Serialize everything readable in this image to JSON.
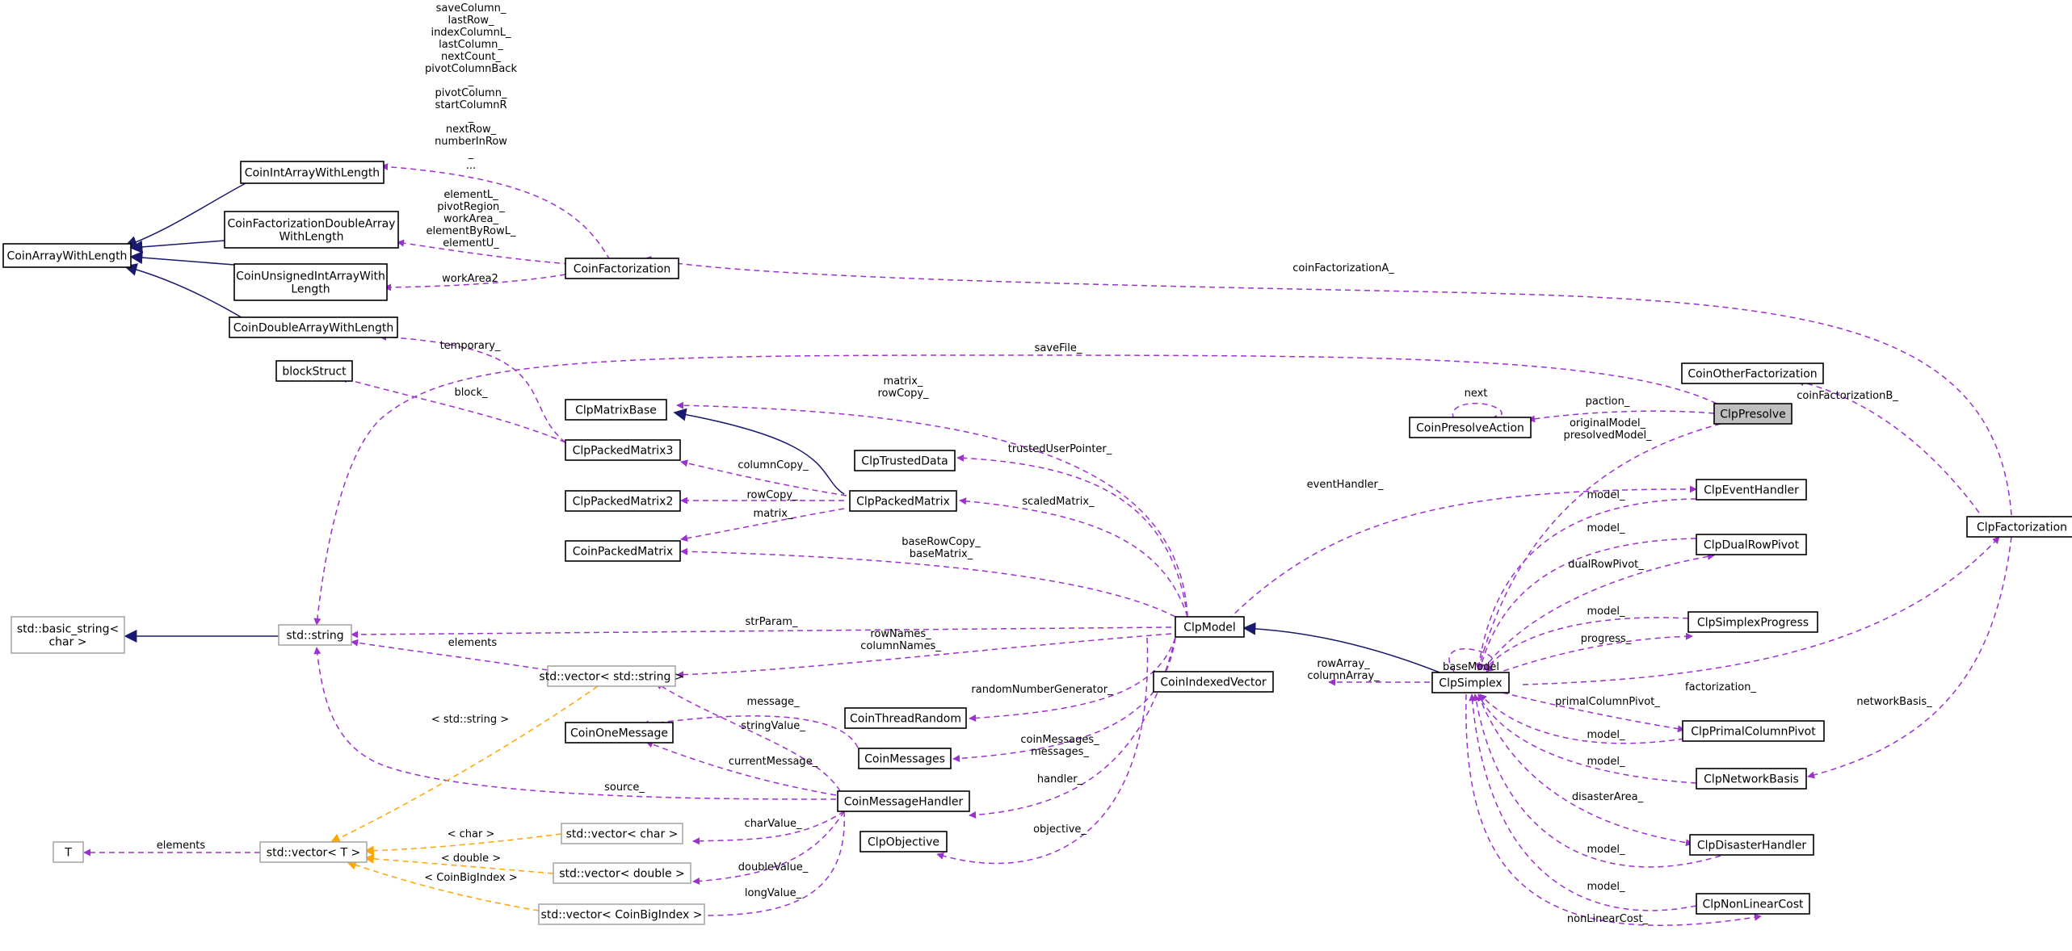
{
  "diagram": {
    "nodes": [
      {
        "id": "CoinArrayWithLength",
        "lines": [
          "CoinArrayWithLength"
        ],
        "kind": "class"
      },
      {
        "id": "CoinIntArrayWithLength",
        "lines": [
          "CoinIntArrayWithLength"
        ],
        "kind": "class"
      },
      {
        "id": "CoinFactorizationDoubleArrayWithLength",
        "lines": [
          "CoinFactorizationDoubleArray",
          "WithLength"
        ],
        "kind": "class"
      },
      {
        "id": "CoinUnsignedIntArrayWithLength",
        "lines": [
          "CoinUnsignedIntArrayWith",
          "Length"
        ],
        "kind": "class"
      },
      {
        "id": "CoinDoubleArrayWithLength",
        "lines": [
          "CoinDoubleArrayWithLength"
        ],
        "kind": "class"
      },
      {
        "id": "CoinFactorization",
        "lines": [
          "CoinFactorization"
        ],
        "kind": "class"
      },
      {
        "id": "blockStruct",
        "lines": [
          "blockStruct"
        ],
        "kind": "class"
      },
      {
        "id": "ClpMatrixBase",
        "lines": [
          "ClpMatrixBase"
        ],
        "kind": "class"
      },
      {
        "id": "ClpPackedMatrix3",
        "lines": [
          "ClpPackedMatrix3"
        ],
        "kind": "class"
      },
      {
        "id": "ClpTrustedData",
        "lines": [
          "ClpTrustedData"
        ],
        "kind": "class"
      },
      {
        "id": "ClpPackedMatrix2",
        "lines": [
          "ClpPackedMatrix2"
        ],
        "kind": "class"
      },
      {
        "id": "ClpPackedMatrix",
        "lines": [
          "ClpPackedMatrix"
        ],
        "kind": "class"
      },
      {
        "id": "CoinPackedMatrix",
        "lines": [
          "CoinPackedMatrix"
        ],
        "kind": "class"
      },
      {
        "id": "basic_string",
        "lines": [
          "std::basic_string<",
          "char >"
        ],
        "kind": "external"
      },
      {
        "id": "std_string",
        "lines": [
          "std::string"
        ],
        "kind": "external"
      },
      {
        "id": "vector_string",
        "lines": [
          "std::vector< std::string >"
        ],
        "kind": "external"
      },
      {
        "id": "CoinOneMessage",
        "lines": [
          "CoinOneMessage"
        ],
        "kind": "class"
      },
      {
        "id": "CoinThreadRandom",
        "lines": [
          "CoinThreadRandom"
        ],
        "kind": "class"
      },
      {
        "id": "CoinMessages",
        "lines": [
          "CoinMessages"
        ],
        "kind": "class"
      },
      {
        "id": "CoinMessageHandler",
        "lines": [
          "CoinMessageHandler"
        ],
        "kind": "class"
      },
      {
        "id": "T",
        "lines": [
          "T"
        ],
        "kind": "external"
      },
      {
        "id": "vector_T",
        "lines": [
          "std::vector< T >"
        ],
        "kind": "external"
      },
      {
        "id": "vector_char",
        "lines": [
          "std::vector< char >"
        ],
        "kind": "external"
      },
      {
        "id": "vector_double",
        "lines": [
          "std::vector< double >"
        ],
        "kind": "external"
      },
      {
        "id": "vector_bigindex",
        "lines": [
          "std::vector< CoinBigIndex >"
        ],
        "kind": "external"
      },
      {
        "id": "ClpObjective",
        "lines": [
          "ClpObjective"
        ],
        "kind": "class"
      },
      {
        "id": "ClpModel",
        "lines": [
          "ClpModel"
        ],
        "kind": "class"
      },
      {
        "id": "CoinIndexedVector",
        "lines": [
          "CoinIndexedVector"
        ],
        "kind": "class"
      },
      {
        "id": "CoinOtherFactorization",
        "lines": [
          "CoinOtherFactorization"
        ],
        "kind": "class"
      },
      {
        "id": "CoinPresolveAction",
        "lines": [
          "CoinPresolveAction"
        ],
        "kind": "class"
      },
      {
        "id": "ClpPresolve",
        "lines": [
          "ClpPresolve"
        ],
        "kind": "focus"
      },
      {
        "id": "ClpEventHandler",
        "lines": [
          "ClpEventHandler"
        ],
        "kind": "class"
      },
      {
        "id": "ClpDualRowPivot",
        "lines": [
          "ClpDualRowPivot"
        ],
        "kind": "class"
      },
      {
        "id": "ClpSimplexProgress",
        "lines": [
          "ClpSimplexProgress"
        ],
        "kind": "class"
      },
      {
        "id": "ClpSimplex",
        "lines": [
          "ClpSimplex"
        ],
        "kind": "class"
      },
      {
        "id": "ClpPrimalColumnPivot",
        "lines": [
          "ClpPrimalColumnPivot"
        ],
        "kind": "class"
      },
      {
        "id": "ClpNetworkBasis",
        "lines": [
          "ClpNetworkBasis"
        ],
        "kind": "class"
      },
      {
        "id": "ClpDisasterHandler",
        "lines": [
          "ClpDisasterHandler"
        ],
        "kind": "class"
      },
      {
        "id": "ClpNonLinearCost",
        "lines": [
          "ClpNonLinearCost"
        ],
        "kind": "class"
      },
      {
        "id": "ClpFactorization",
        "lines": [
          "ClpFactorization"
        ],
        "kind": "class"
      }
    ],
    "edge_labels": [
      {
        "id": "lbl-coinfact-intarray",
        "lines": [
          "saveColumn_",
          "lastRow_",
          "indexColumnL_",
          "lastColumn_",
          "nextCount_",
          "pivotColumnBack",
          "_",
          "pivotColumn_",
          "startColumnR",
          "_",
          "nextRow_",
          "numberInRow",
          "_",
          "..."
        ]
      },
      {
        "id": "lbl-coinfact-doublearray",
        "lines": [
          "elementL_",
          "pivotRegion_",
          "workArea_",
          "elementByRowL_",
          "elementU_"
        ]
      },
      {
        "id": "lbl-coinfact-unsigned",
        "lines": [
          "workArea2"
        ]
      },
      {
        "id": "lbl-temporary",
        "lines": [
          "temporary_"
        ]
      },
      {
        "id": "lbl-block",
        "lines": [
          "block_"
        ]
      },
      {
        "id": "lbl-matrix-rowcopy",
        "lines": [
          "matrix_",
          "rowCopy_"
        ]
      },
      {
        "id": "lbl-columncopy",
        "lines": [
          "columnCopy_"
        ]
      },
      {
        "id": "lbl-trusted",
        "lines": [
          "trustedUserPointer_"
        ]
      },
      {
        "id": "lbl-rowcopy",
        "lines": [
          "rowCopy_"
        ]
      },
      {
        "id": "lbl-scaledmatrix",
        "lines": [
          "scaledMatrix_"
        ]
      },
      {
        "id": "lbl-matrix",
        "lines": [
          "matrix_"
        ]
      },
      {
        "id": "lbl-baserowcopy",
        "lines": [
          "baseRowCopy_",
          "baseMatrix_"
        ]
      },
      {
        "id": "lbl-strparam",
        "lines": [
          "strParam_"
        ]
      },
      {
        "id": "lbl-rownames",
        "lines": [
          "rowNames_",
          "columnNames_"
        ]
      },
      {
        "id": "lbl-elements-string",
        "lines": [
          "elements"
        ]
      },
      {
        "id": "lbl-tmpl-string",
        "lines": [
          "< std::string >"
        ]
      },
      {
        "id": "lbl-message",
        "lines": [
          "message_"
        ]
      },
      {
        "id": "lbl-stringvalue",
        "lines": [
          "stringValue_"
        ]
      },
      {
        "id": "lbl-randomgen",
        "lines": [
          "randomNumberGenerator_"
        ]
      },
      {
        "id": "lbl-currentmessage",
        "lines": [
          "currentMessage_"
        ]
      },
      {
        "id": "lbl-coinmessages",
        "lines": [
          "coinMessages_",
          "messages_"
        ]
      },
      {
        "id": "lbl-source",
        "lines": [
          "source_"
        ]
      },
      {
        "id": "lbl-handler",
        "lines": [
          "handler_"
        ]
      },
      {
        "id": "lbl-elements-T",
        "lines": [
          "elements"
        ]
      },
      {
        "id": "lbl-tmpl-char",
        "lines": [
          "< char >"
        ]
      },
      {
        "id": "lbl-charvalue",
        "lines": [
          "charValue_"
        ]
      },
      {
        "id": "lbl-tmpl-double",
        "lines": [
          "< double >"
        ]
      },
      {
        "id": "lbl-doublevalue",
        "lines": [
          "doubleValue_"
        ]
      },
      {
        "id": "lbl-tmpl-bigindex",
        "lines": [
          "< CoinBigIndex >"
        ]
      },
      {
        "id": "lbl-longvalue",
        "lines": [
          "longValue_"
        ]
      },
      {
        "id": "lbl-objective",
        "lines": [
          "objective_"
        ]
      },
      {
        "id": "lbl-coinfactA",
        "lines": [
          "coinFactorizationA_"
        ]
      },
      {
        "id": "lbl-savefile",
        "lines": [
          "saveFile_"
        ]
      },
      {
        "id": "lbl-next",
        "lines": [
          "next"
        ]
      },
      {
        "id": "lbl-paction",
        "lines": [
          "paction_"
        ]
      },
      {
        "id": "lbl-originalmodel",
        "lines": [
          "originalModel_",
          "presolvedModel_"
        ]
      },
      {
        "id": "lbl-coinfactB",
        "lines": [
          "coinFactorizationB_"
        ]
      },
      {
        "id": "lbl-eventhandler",
        "lines": [
          "eventHandler_"
        ]
      },
      {
        "id": "lbl-model-event",
        "lines": [
          "model_"
        ]
      },
      {
        "id": "lbl-model-dual",
        "lines": [
          "model_"
        ]
      },
      {
        "id": "lbl-dualrowpivot",
        "lines": [
          "dualRowPivot_"
        ]
      },
      {
        "id": "lbl-model-progress",
        "lines": [
          "model_"
        ]
      },
      {
        "id": "lbl-progress",
        "lines": [
          "progress_"
        ]
      },
      {
        "id": "lbl-basemodel",
        "lines": [
          "baseModel"
        ]
      },
      {
        "id": "lbl-rowarray",
        "lines": [
          "rowArray_",
          "columnArray_"
        ]
      },
      {
        "id": "lbl-factorization",
        "lines": [
          "factorization_"
        ]
      },
      {
        "id": "lbl-primalcolumnpivot",
        "lines": [
          "primalColumnPivot_"
        ]
      },
      {
        "id": "lbl-model-primal",
        "lines": [
          "model_"
        ]
      },
      {
        "id": "lbl-model-network",
        "lines": [
          "model_"
        ]
      },
      {
        "id": "lbl-networkbasis",
        "lines": [
          "networkBasis_"
        ]
      },
      {
        "id": "lbl-disasterarea",
        "lines": [
          "disasterArea_"
        ]
      },
      {
        "id": "lbl-model-disaster",
        "lines": [
          "model_"
        ]
      },
      {
        "id": "lbl-model-nonlinear",
        "lines": [
          "model_"
        ]
      },
      {
        "id": "lbl-nonlinearcost",
        "lines": [
          "nonLinearCost_"
        ]
      }
    ],
    "edge_colors": {
      "usage": "#9a32cd",
      "inheritance": "#191970",
      "template": "#ffa500",
      "node_border": "#000000",
      "external_border": "#a8a8a8",
      "focus_fill": "#bfbfbf"
    }
  }
}
